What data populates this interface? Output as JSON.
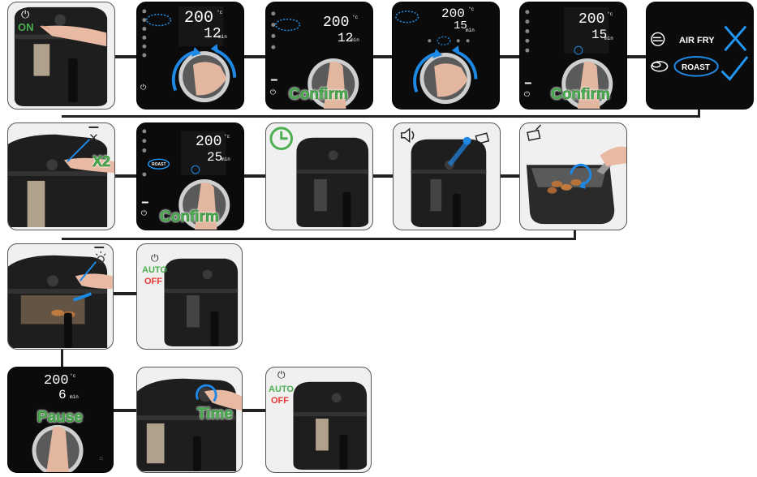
{
  "colors": {
    "accent_green": "#4caf50",
    "auto_off_red": "#e53935",
    "pointer_blue": "#1e88e5",
    "panel_dark": "#0b0b0b",
    "panel_light": "#f0f0f0"
  },
  "steps": {
    "s1": {
      "on_label": "ON",
      "icon": "power-icon"
    },
    "s2": {
      "temp": "200",
      "temp_unit": "°c",
      "time": "12",
      "time_unit": "min"
    },
    "s3": {
      "temp": "200",
      "temp_unit": "°c",
      "time": "12",
      "time_unit": "min",
      "action": "Confirm"
    },
    "s4": {
      "temp": "200",
      "temp_unit": "°c",
      "time": "15",
      "time_unit": "min"
    },
    "s5": {
      "temp": "200",
      "temp_unit": "°c",
      "time": "15",
      "time_unit": "min",
      "action": "Confirm"
    },
    "s6": {
      "option_1": "AIR FRY",
      "option_2": "ROAST"
    },
    "s7": {
      "multiplier": "X2"
    },
    "s8": {
      "temp": "200",
      "temp_unit": "°c",
      "time": "25",
      "time_unit": "min",
      "mode": "ROAST",
      "action": "Confirm"
    },
    "s9": {
      "icon": "clock-icon"
    },
    "s10": {
      "icon": "speaker-icon"
    },
    "s11": {
      "icon": "shake-basket-icon"
    },
    "s12": {
      "icon": "light-icon"
    },
    "s13": {
      "auto": "AUTO",
      "off": "OFF"
    },
    "s14": {
      "temp": "200",
      "temp_unit": "°c",
      "time": "6",
      "time_unit": "min",
      "action": "Pause"
    },
    "s15": {
      "action": "Time"
    },
    "s16": {
      "auto": "AUTO",
      "off": "OFF"
    }
  }
}
